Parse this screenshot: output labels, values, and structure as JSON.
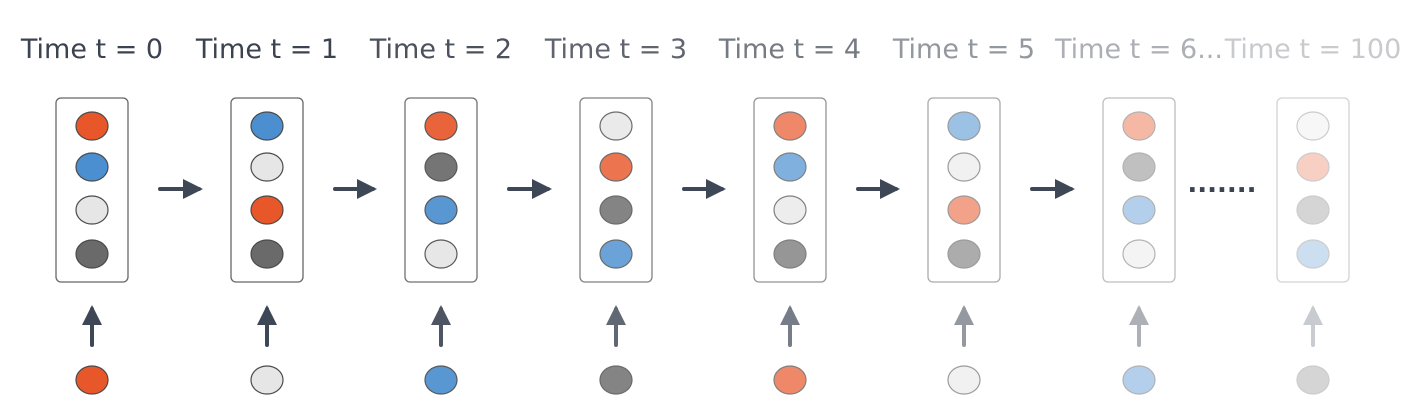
{
  "colors": {
    "orange": "#e8572a",
    "blue": "#4b8fd0",
    "light": "#e6e6e6",
    "dark": "#6a6a6a",
    "stroke": "#4a4a4a",
    "arrow": "#3e4756",
    "text": "#3c4350"
  },
  "steps": [
    {
      "label": "Time t = 0",
      "state": [
        "orange",
        "blue",
        "light",
        "dark"
      ],
      "input": "orange",
      "opacity": 1.0
    },
    {
      "label": "Time t = 1",
      "state": [
        "blue",
        "light",
        "orange",
        "dark"
      ],
      "input": "light",
      "opacity": 1.0
    },
    {
      "label": "Time t = 2",
      "state": [
        "orange",
        "dark",
        "blue",
        "light"
      ],
      "input": "blue",
      "opacity": 0.92
    },
    {
      "label": "Time t = 3",
      "state": [
        "light",
        "orange",
        "dark",
        "blue"
      ],
      "input": "dark",
      "opacity": 0.82
    },
    {
      "label": "Time t = 4",
      "state": [
        "orange",
        "blue",
        "light",
        "dark"
      ],
      "input": "orange",
      "opacity": 0.7
    },
    {
      "label": "Time t = 5",
      "state": [
        "blue",
        "light",
        "orange",
        "dark"
      ],
      "input": "light",
      "opacity": 0.55
    },
    {
      "label": "Time t = 6...",
      "state": [
        "orange",
        "dark",
        "blue",
        "light"
      ],
      "input": "blue",
      "opacity": 0.42
    },
    {
      "label": "Time t = 100",
      "state": [
        "light",
        "orange",
        "dark",
        "blue"
      ],
      "input": "dark",
      "opacity": 0.28
    }
  ],
  "ellipsis": "......."
}
